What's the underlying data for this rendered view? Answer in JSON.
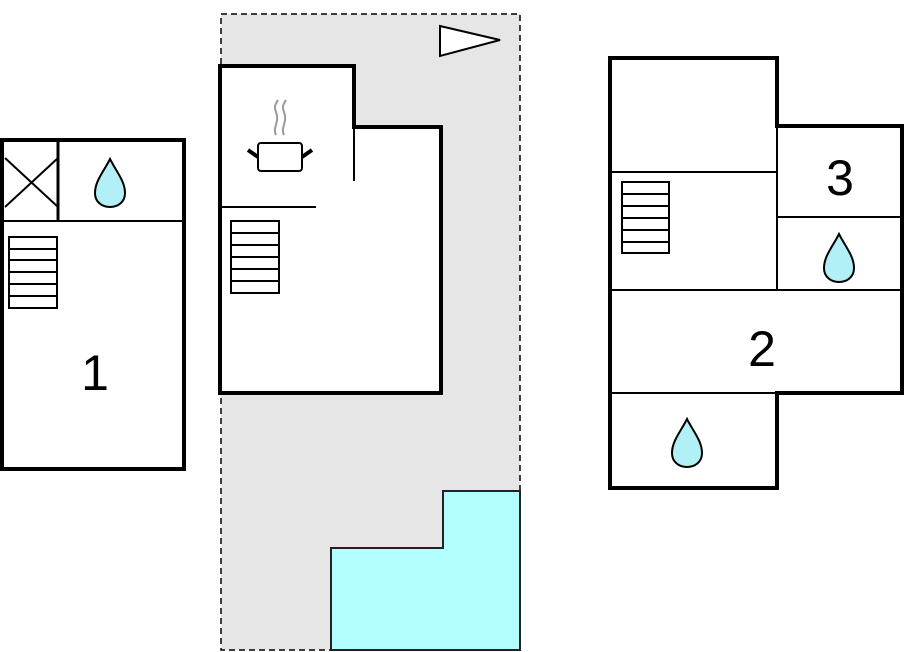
{
  "floorplan": {
    "rooms": {
      "room_1_label": "1",
      "room_2_label": "2",
      "room_3_label": "3"
    },
    "icons": [
      "bathroom-drop-icon",
      "kitchen-pot-icon",
      "stairs-icon",
      "north-arrow-icon",
      "pool"
    ],
    "colors": {
      "water": "#b0f0f6",
      "pool": "#b3ffff",
      "terrace": "#e6e6e6",
      "walls": "#000000"
    }
  }
}
